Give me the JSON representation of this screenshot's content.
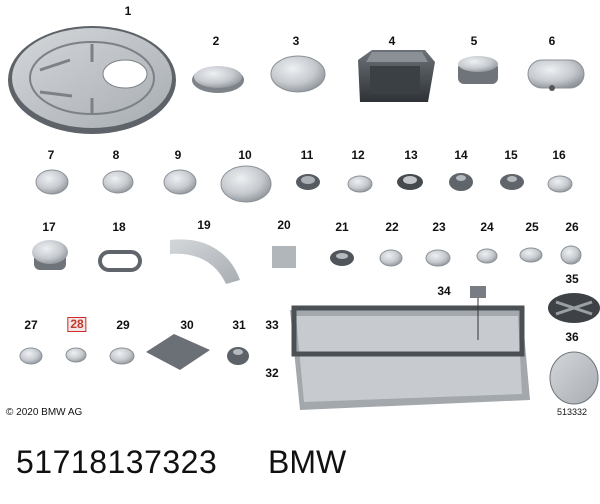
{
  "diagram": {
    "callouts": [
      "1",
      "2",
      "3",
      "4",
      "5",
      "6",
      "7",
      "8",
      "9",
      "10",
      "11",
      "12",
      "13",
      "14",
      "15",
      "16",
      "17",
      "18",
      "19",
      "20",
      "21",
      "22",
      "23",
      "24",
      "25",
      "26",
      "27",
      "28",
      "29",
      "30",
      "31",
      "32",
      "33",
      "34",
      "35",
      "36"
    ],
    "highlighted": "28"
  },
  "footer": {
    "copyright": "© 2020 BMW AG",
    "drawing_number": "513332"
  },
  "caption": {
    "part_number": "51718137323",
    "brand": "BMW"
  },
  "colors": {
    "part_fill": "#c9cdd1",
    "part_shadow": "#8e949a",
    "highlight": "#d12a2a"
  }
}
